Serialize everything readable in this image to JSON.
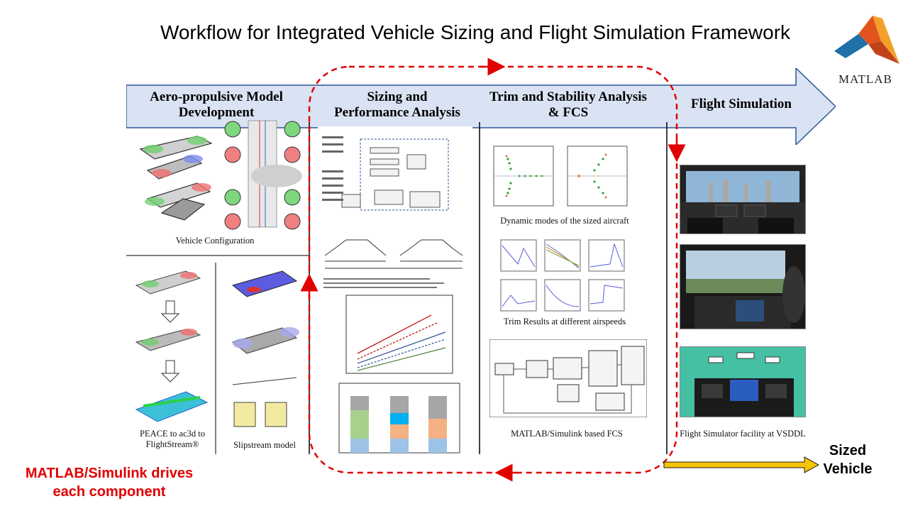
{
  "title": "Workflow for Integrated Vehicle Sizing and Flight Simulation Framework",
  "logo": {
    "text": "MATLAB",
    "icon": "matlab-membrane-icon",
    "colors": [
      "#1f6fa8",
      "#e3531d",
      "#f2a02a"
    ]
  },
  "stages": [
    {
      "label_line1": "Aero-propulsive Model",
      "label_line2": "Development"
    },
    {
      "label_line1": "Sizing and",
      "label_line2": "Performance Analysis"
    },
    {
      "label_line1": "Trim and Stability Analysis",
      "label_line2": "& FCS"
    },
    {
      "label_line1": "Flight Simulation",
      "label_line2": ""
    }
  ],
  "captions": {
    "vehicle_configuration": "Vehicle Configuration",
    "peace_line1": "PEACE to ac3d to",
    "peace_line2": "FlightStream®",
    "slipstream": "Slipstream model",
    "dynamic_modes": "Dynamic modes of the sized aircraft",
    "trim_results": "Trim Results at different airspeeds",
    "fcs": "MATLAB/Simulink based FCS",
    "simulator": "Flight Simulator facility at VSDDL"
  },
  "notes": {
    "matlab_line1": "MATLAB/Simulink drives",
    "matlab_line2": "each component",
    "sized_line1": "Sized",
    "sized_line2": "Vehicle"
  },
  "colors": {
    "banner_fill": "#dae3f3",
    "banner_stroke": "#2f5597",
    "loop_red": "#e00000",
    "output_arrow": "#f5c400"
  }
}
